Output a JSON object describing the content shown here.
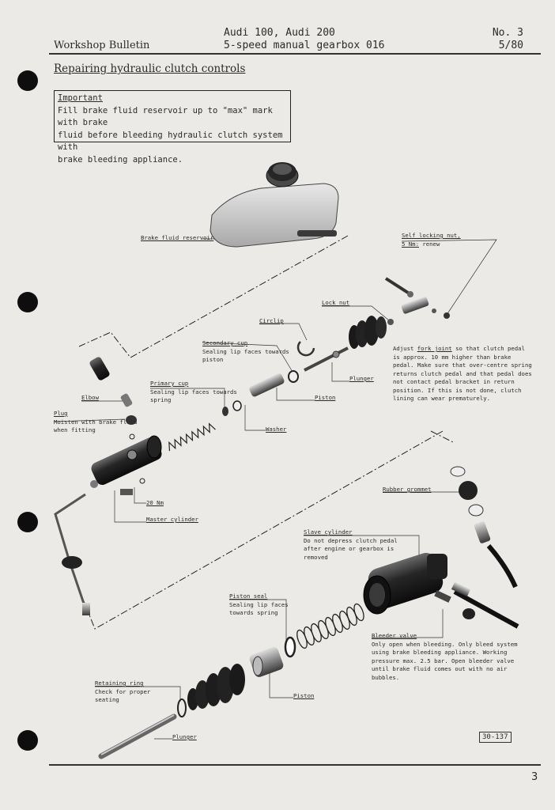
{
  "header": {
    "bulletin": "Workshop Bulletin",
    "models": "Audi 100, Audi 200",
    "gearbox": "5-speed manual gearbox 016",
    "number": "No. 3",
    "date": "5/80"
  },
  "title": "Repairing hydraulic clutch controls",
  "important": {
    "heading": "Important",
    "line1": "Fill brake fluid reservoir up to \"max\" mark with brake",
    "line2": "fluid before bleeding hydraulic clutch system with",
    "line3": "brake bleeding appliance."
  },
  "labels": {
    "reservoir": "Brake fluid reservoir",
    "self_locking_nut": "Self locking nut,",
    "self_locking_nut_torque": "5 Nm:",
    "self_locking_nut_note": "renew",
    "lock_nut": "Lock nut",
    "circlip": "Circlip",
    "secondary_cup": "Secondary cup",
    "secondary_cup_l1": "Sealing lip faces towards",
    "secondary_cup_l2": "piston",
    "primary_cup": "Primary cup",
    "primary_cup_l1": "Sealing lip faces towards",
    "primary_cup_l2": "spring",
    "elbow": "Elbow",
    "plug": "Plug",
    "plug_l1": "Moisten with brake fluid",
    "plug_l2": "when fitting",
    "washer": "Washer",
    "piston_upper": "Piston",
    "plunger_upper": "Plunger",
    "fork_pre": "Adjust ",
    "fork_u": "fork joint",
    "fork_post": " so that clutch pedal",
    "fork_l2": "is approx. 10 mm higher than brake",
    "fork_l3": "pedal. Make sure that over-centre spring",
    "fork_l4": "returns clutch pedal and that pedal does",
    "fork_l5": "not contact pedal bracket in return",
    "fork_l6": "position. If this is not done, clutch",
    "fork_l7": "lining can wear prematurely.",
    "torque_20": "20 Nm",
    "master_cylinder": "Master cylinder",
    "rubber_grommet": "Rubber grommet",
    "slave_cylinder": "Slave cylinder",
    "slave_l1": "Do not depress clutch pedal",
    "slave_l2": "after engine or gearbox is",
    "slave_l3": "removed",
    "piston_seal": "Piston seal",
    "piston_seal_l1": "Sealing lip faces",
    "piston_seal_l2": "towards spring",
    "bleeder_valve": "Bleeder valve",
    "bleeder_l1": "Only open when bleeding. Only bleed system",
    "bleeder_l2": "using brake bleeding appliance. Working",
    "bleeder_l3": "pressure max. 2.5 bar.  Open bleeder valve",
    "bleeder_l4": "until brake fluid comes out with no air",
    "bleeder_l5": "bubbles.",
    "piston_lower": "Piston",
    "retaining_ring": "Retaining ring",
    "retaining_l1": "Check for proper",
    "retaining_l2": "seating",
    "plunger_lower": "Plunger"
  },
  "figure_number": "30-137",
  "page_number": "3"
}
